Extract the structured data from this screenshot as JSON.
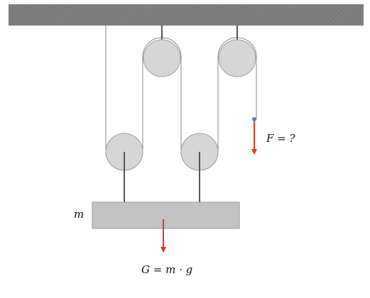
{
  "labels": {
    "mass": "m",
    "force": "F = ?",
    "weight": "G = m · g"
  },
  "colors": {
    "ceiling": "#7a7a7a",
    "ceiling_hatch": "#8d8d8d",
    "rope": "#8a8a8a",
    "pulley_fill": "#d6d6d6",
    "pulley_stroke": "#9e9e9e",
    "axle": "#555555",
    "block_fill": "#c3c3c3",
    "block_stroke": "#9a9a9a",
    "arrow": "#e8321e",
    "handle_dot": "#4a86c4"
  }
}
